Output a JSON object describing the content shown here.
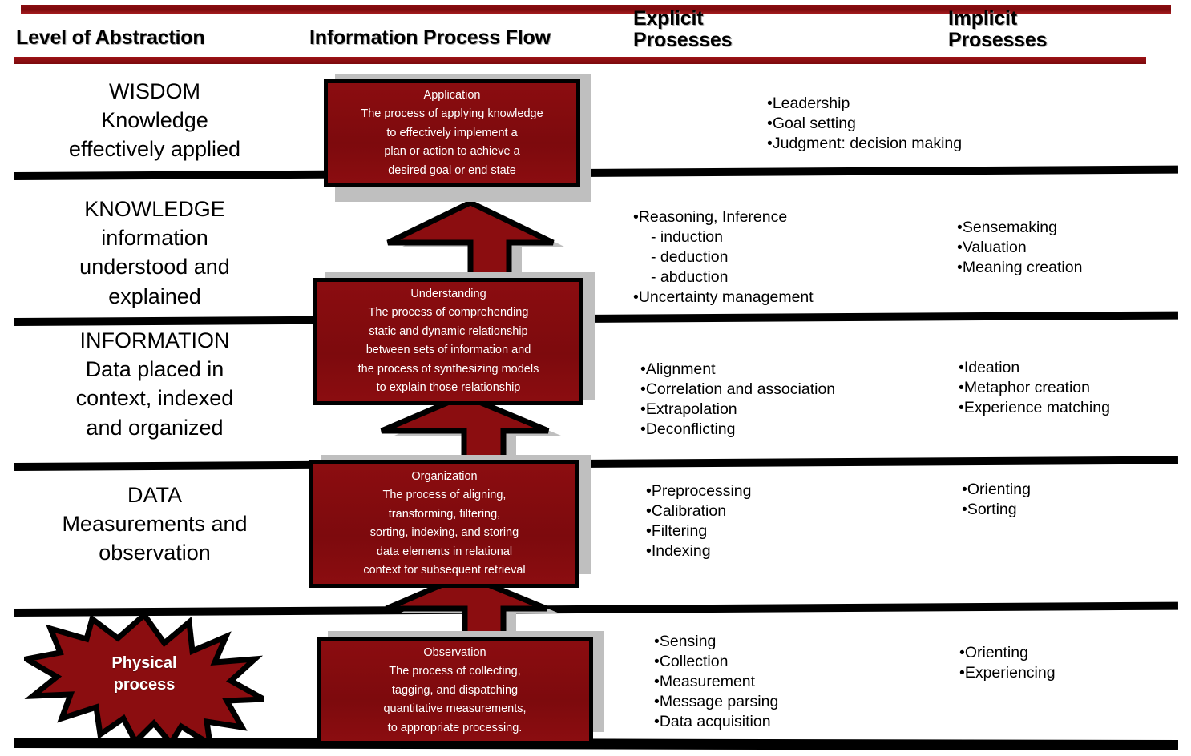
{
  "header": {
    "columns": [
      {
        "id": "level",
        "label": "Level of Abstraction"
      },
      {
        "id": "flow",
        "label": "Information Process Flow"
      },
      {
        "id": "explicit",
        "label": "Explicit\nProsesses"
      },
      {
        "id": "implicit",
        "label": "Implicit\nProsesses"
      }
    ],
    "explicit_line1": "Explicit",
    "explicit_line2": "Prosesses",
    "implicit_line1": "Implicit",
    "implicit_line2": "Prosesses"
  },
  "colors": {
    "dark_red": "#8B0D10",
    "shadow_gray": "#BFBFBF",
    "black": "#000000",
    "white": "#FFFFFF"
  },
  "levels": [
    {
      "id": "wisdom",
      "title": "WISDOM",
      "line2": "Knowledge",
      "line3": "effectively  applied"
    },
    {
      "id": "knowledge",
      "title": "KNOWLEDGE",
      "line2": "information",
      "line3": "understood  and",
      "line4": "explained"
    },
    {
      "id": "information",
      "title": "INFORMATION",
      "line2": "Data placed  in",
      "line3": "context, indexed",
      "line4": "and organized"
    },
    {
      "id": "data",
      "title": "DATA",
      "line2": "Measurements  and",
      "line3": "observation"
    }
  ],
  "process_boxes": [
    {
      "id": "application",
      "title": "Application",
      "lines": [
        "The process of applying knowledge",
        "to effectively implement a",
        "plan or action to achieve a",
        "desired goal or end state"
      ]
    },
    {
      "id": "understanding",
      "title": "Understanding",
      "lines": [
        "The process of comprehending",
        "static and dynamic relationship",
        "between sets of information and",
        "the process of synthesizing models",
        "to explain those relationship"
      ]
    },
    {
      "id": "organization",
      "title": "Organization",
      "lines": [
        "The process of aligning,",
        "transforming, filtering,",
        "sorting, indexing, and storing",
        "data elements in relational",
        "context for subsequent retrieval"
      ]
    },
    {
      "id": "observation",
      "title": "Observation",
      "lines": [
        "The process of collecting,",
        "tagging, and dispatching",
        "quantitative  measurements,",
        "to appropriate processing."
      ]
    }
  ],
  "starburst": {
    "line1": "Physical",
    "line2": "process"
  },
  "explicit_processes": [
    {
      "row": "wisdom",
      "items": [
        {
          "text": "•Leadership",
          "sub": false
        },
        {
          "text": "•Goal setting",
          "sub": false
        },
        {
          "text": "•Judgment:  decision making",
          "sub": false
        }
      ]
    },
    {
      "row": "knowledge",
      "items": [
        {
          "text": "•Reasoning, Inference",
          "sub": false
        },
        {
          "text": "-  induction",
          "sub": true
        },
        {
          "text": "-  deduction",
          "sub": true
        },
        {
          "text": "-  abduction",
          "sub": true
        },
        {
          "text": "•Uncertainty management",
          "sub": false
        }
      ]
    },
    {
      "row": "information",
      "items": [
        {
          "text": "•Alignment",
          "sub": false
        },
        {
          "text": "•Correlation and association",
          "sub": false
        },
        {
          "text": "•Extrapolation",
          "sub": false
        },
        {
          "text": "•Deconflicting",
          "sub": false
        }
      ]
    },
    {
      "row": "data",
      "items": [
        {
          "text": "•Preprocessing",
          "sub": false
        },
        {
          "text": "•Calibration",
          "sub": false
        },
        {
          "text": "•Filtering",
          "sub": false
        },
        {
          "text": "•Indexing",
          "sub": false
        }
      ]
    },
    {
      "row": "observation",
      "items": [
        {
          "text": "•Sensing",
          "sub": false
        },
        {
          "text": "•Collection",
          "sub": false
        },
        {
          "text": "•Measurement",
          "sub": false
        },
        {
          "text": "•Message parsing",
          "sub": false
        },
        {
          "text": "•Data acquisition",
          "sub": false
        }
      ]
    }
  ],
  "implicit_processes": [
    {
      "row": "knowledge",
      "items": [
        {
          "text": "•Sensemaking",
          "sub": false
        },
        {
          "text": "•Valuation",
          "sub": false
        },
        {
          "text": "•Meaning creation",
          "sub": false
        }
      ]
    },
    {
      "row": "information",
      "items": [
        {
          "text": "•Ideation",
          "sub": false
        },
        {
          "text": "•Metaphor creation",
          "sub": false
        },
        {
          "text": "•Experience matching",
          "sub": false
        }
      ]
    },
    {
      "row": "data",
      "items": [
        {
          "text": "•Orienting",
          "sub": false
        },
        {
          "text": "•Sorting",
          "sub": false
        }
      ]
    },
    {
      "row": "observation",
      "items": [
        {
          "text": "•Orienting",
          "sub": false
        },
        {
          "text": "•Experiencing",
          "sub": false
        }
      ]
    }
  ]
}
